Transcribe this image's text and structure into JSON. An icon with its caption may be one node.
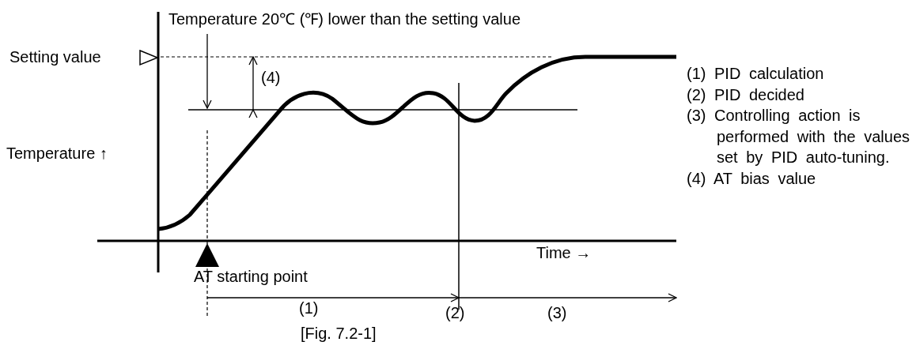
{
  "diagram": {
    "caption": "[Fig. 7.2-1]",
    "labels": [
      "Temperature 20℃ (℉) lower than the setting value",
      "Setting value",
      "(4)",
      "(1) PID calculation",
      "(2) PID decided",
      "(3) Controlling action is performed with the values set by PID auto-tuning.",
      "Temperature ↑",
      "AT starting point",
      "Time →",
      "(4) AT bias value",
      "(1)",
      "(2)",
      "(3)"
    ]
  }
}
